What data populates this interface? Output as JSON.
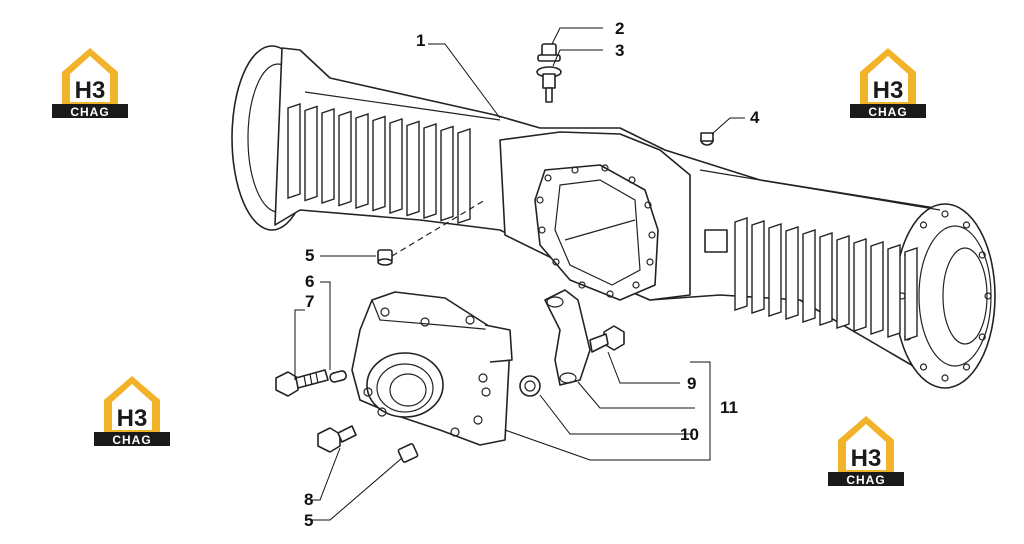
{
  "callouts": [
    {
      "id": "1",
      "text": "1"
    },
    {
      "id": "2",
      "text": "2"
    },
    {
      "id": "3",
      "text": "3"
    },
    {
      "id": "4",
      "text": "4"
    },
    {
      "id": "5a",
      "text": "5"
    },
    {
      "id": "6",
      "text": "6"
    },
    {
      "id": "7",
      "text": "7"
    },
    {
      "id": "8",
      "text": "8"
    },
    {
      "id": "5b",
      "text": "5"
    },
    {
      "id": "9",
      "text": "9"
    },
    {
      "id": "10",
      "text": "10"
    },
    {
      "id": "11",
      "text": "11"
    }
  ],
  "watermark": {
    "mark": "H3",
    "word": "CHAG",
    "colors": {
      "roof": "#f2b32a",
      "body": "#1a1a1a",
      "text": "#ffffff"
    }
  }
}
